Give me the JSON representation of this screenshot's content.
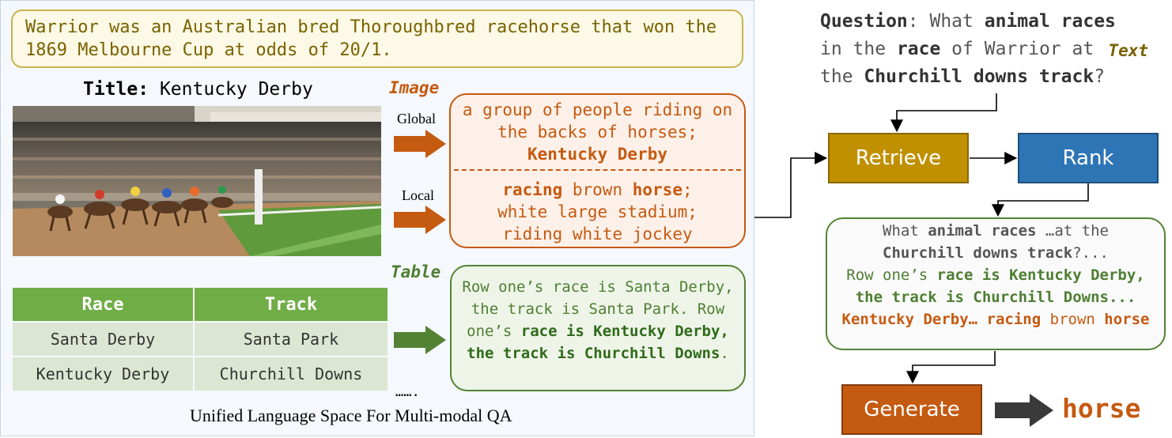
{
  "text_block": {
    "passage": "Warrior was an Australian bred Thoroughbred racehorse that won the 1869 Melbourne Cup at odds of 20/1.",
    "label": "Text"
  },
  "image_block": {
    "title_prefix": "Title:",
    "title": "Kentucky Derby",
    "label": "Image",
    "global_label": "Global",
    "local_label": "Local",
    "global_caption": "a group of people riding on the backs of horses;",
    "global_title": "Kentucky Derby",
    "local_racing": "racing",
    "local_brown": " brown ",
    "local_horse": "horse",
    "local_semicolon": ";",
    "local_line2": "white large stadium;",
    "local_line3": "riding white jockey"
  },
  "table_block": {
    "label": "Table",
    "headers": [
      "Race",
      "Track"
    ],
    "rows": [
      [
        "Santa Derby",
        "Santa Park"
      ],
      [
        "Kentucky Derby",
        "Churchill Downs"
      ]
    ],
    "text_plain": "Row one’s race is Santa Derby, the track is Santa Park. Row one’s ",
    "text_bold": "race is Kentucky Derby, the track is Churchill Downs",
    "text_end": ".",
    "ellipsis": "……."
  },
  "caption": "Unified Language Space For Multi-modal QA",
  "question": {
    "prefix": "Question",
    "p1": ": What ",
    "b1": "animal races",
    "p2": "in the ",
    "b2": "race",
    "p3": " of Warrior at",
    "p4": "the ",
    "b3": "Churchill downs track",
    "p5": "?"
  },
  "pipeline": {
    "retrieve": "Retrieve",
    "rank": "Rank",
    "generate": "Generate",
    "answer": "horse"
  },
  "context": {
    "q1": "What ",
    "q1b": "animal races",
    "q2": " …at the",
    "q3b": "Churchill downs track",
    "q4": "?...",
    "t1": "Row one’s ",
    "t1b": "race is Kentucky Derby, the track is Churchill Downs...",
    "o1b": " Kentucky Derby… racing",
    "o2": " brown ",
    "o3b": "horse"
  }
}
